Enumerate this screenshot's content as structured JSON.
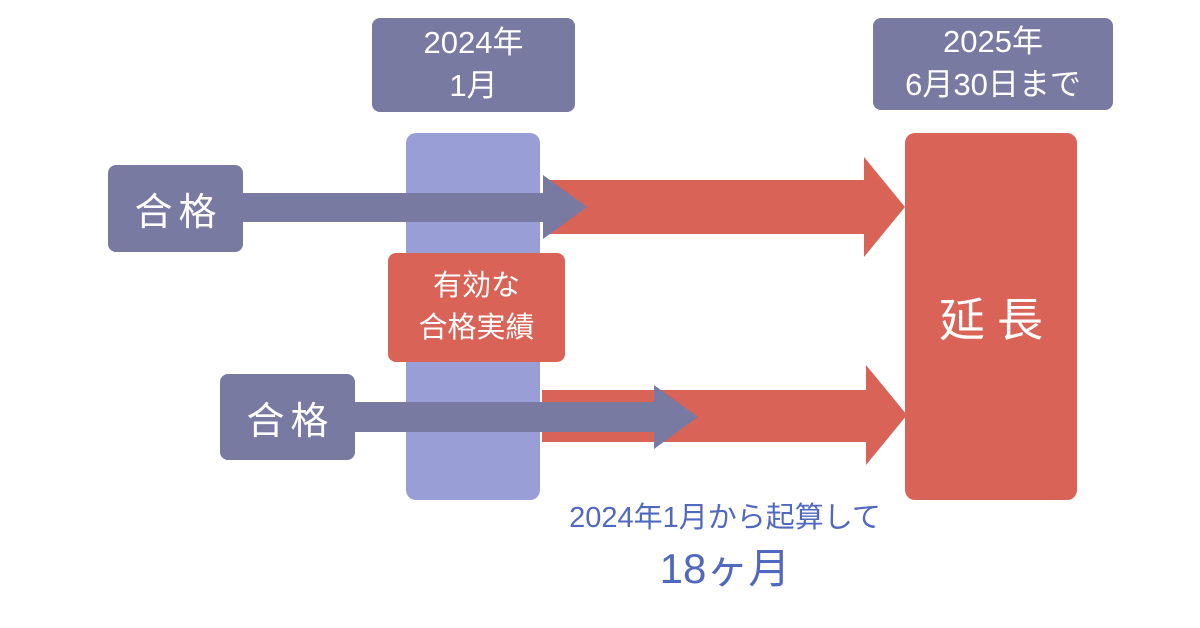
{
  "colors": {
    "purple": "#787aa1",
    "light_purple": "#9a9ed6",
    "red": "#d96357",
    "blue_text": "#5069bf",
    "white_text": "#ffffff",
    "canvas_bg": "#ffffff"
  },
  "timeline": {
    "start_label": {
      "line1": "2024年",
      "line2": "1月"
    },
    "end_label": {
      "line1": "2025年",
      "line2": "6月30日まで"
    }
  },
  "rows": [
    {
      "pass_label": "合格"
    },
    {
      "pass_label": "合格"
    }
  ],
  "valid_record_label": {
    "line1": "有効な",
    "line2": "合格実績"
  },
  "extension_label": "延長",
  "footnote": {
    "line1": "2024年1月から起算して",
    "line2": "18ヶ月"
  }
}
